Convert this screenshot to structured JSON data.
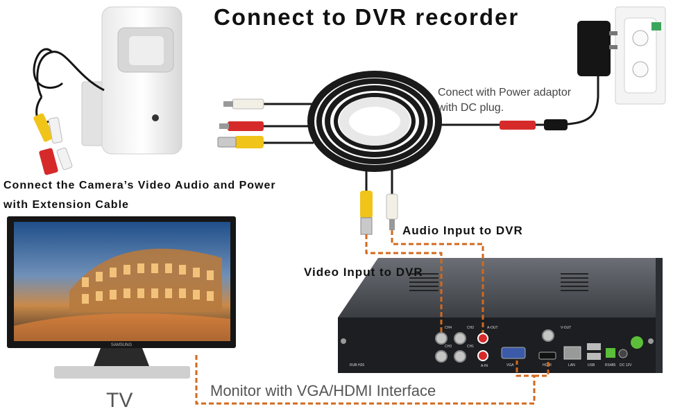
{
  "title": "Connect to DVR recorder",
  "labels": {
    "camera_line1": "Connect the Camera’s Video Audio and Power",
    "camera_line2": "with Extension Cable",
    "power_line1": "Conect with Power adaptor",
    "power_line2": "with DC plug.",
    "audio_input": "Audio Input to DVR",
    "video_input": "Video Input to DVR",
    "monitor": "Monitor with VGA/HDMI Interface",
    "tv": "TV"
  },
  "dvr_panel": {
    "ch4": "CH4",
    "ch2": "CH2",
    "aout": "A-OUT",
    "vout": "V-OUT",
    "ch3": "CH3",
    "ch1": "CH1",
    "ain": "A-IN",
    "vga": "VGA",
    "hdmi": "HDMI",
    "lan": "LAN",
    "usb": "USB",
    "dc": "DC 12V",
    "rs485": "RS485",
    "rear_tag": "RUB H26"
  },
  "tv_brand": "SAMSUNG",
  "colors": {
    "connection_line": "#d2691e",
    "cable": "#1a1a1a",
    "dvr_body": "#2f3236",
    "dvr_panel": "#1c1e21"
  }
}
